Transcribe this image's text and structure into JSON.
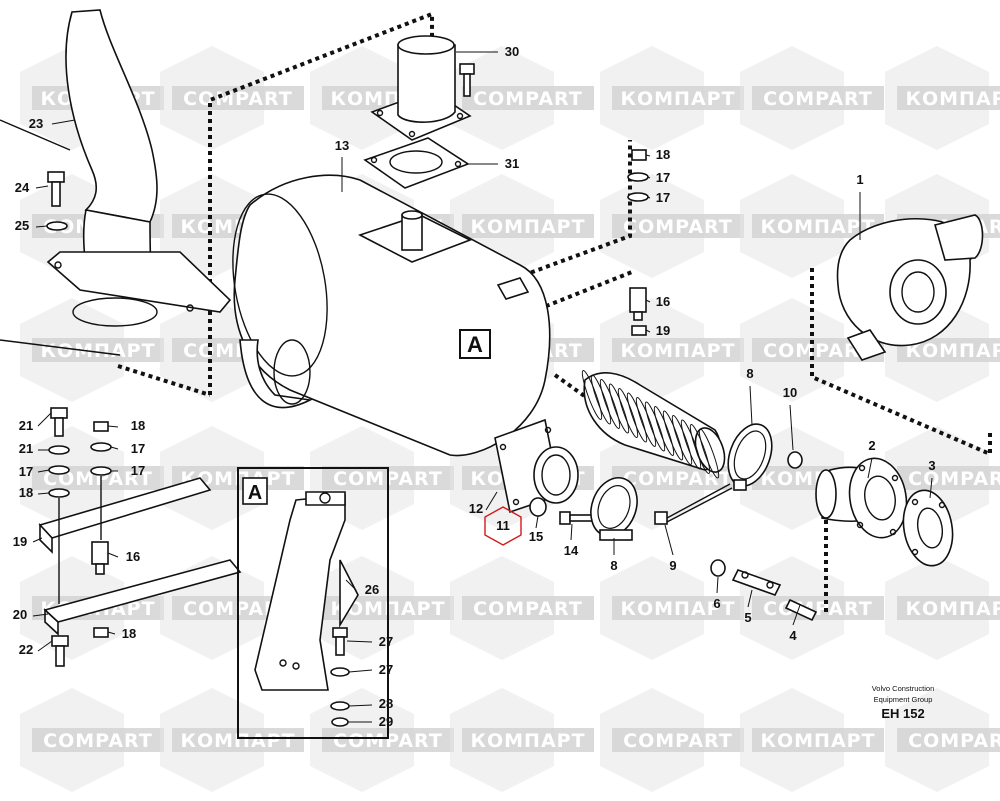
{
  "diagram": {
    "watermark_words": [
      "КОМПАРТ",
      "COMPART"
    ],
    "callouts": [
      "1",
      "2",
      "3",
      "4",
      "5",
      "6",
      "8",
      "8",
      "9",
      "10",
      "11",
      "12",
      "13",
      "14",
      "15",
      "16",
      "16",
      "17",
      "17",
      "17",
      "17",
      "17",
      "18",
      "18",
      "18",
      "18",
      "19",
      "19",
      "20",
      "21",
      "21",
      "22",
      "23",
      "24",
      "25",
      "26",
      "27",
      "27",
      "28",
      "29",
      "30",
      "31"
    ],
    "detail_marker": "A",
    "detail_box_marker": "A",
    "company_line1": "Volvo Construction",
    "company_line2": "Equipment Group",
    "drawing_code": "EH 152",
    "colors": {
      "ink": "#111111",
      "watermark": "#e6e6e6",
      "highlight": "#d21919"
    }
  }
}
